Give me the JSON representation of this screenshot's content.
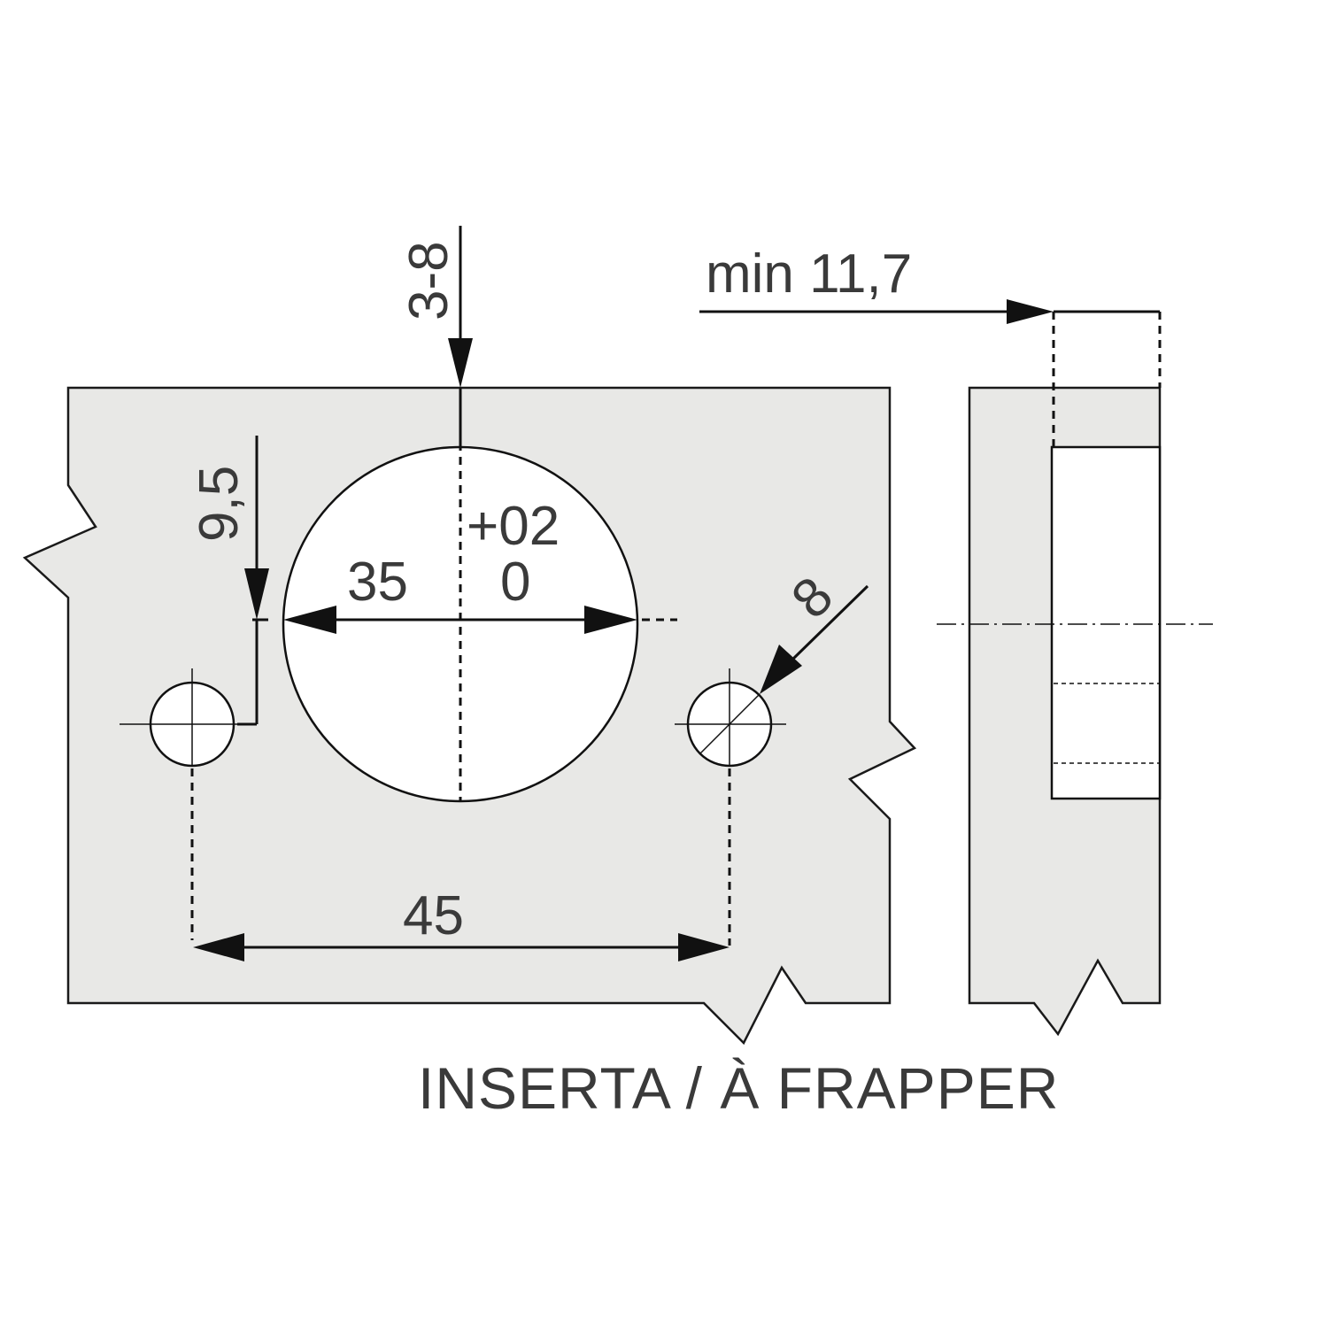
{
  "dimensions": {
    "depth": "3-8",
    "edge_distance": "9,5",
    "tolerance_upper": "+02",
    "tolerance_lower": "0",
    "cup_diameter": "35",
    "screw_hole": "8",
    "hole_spacing": "45",
    "min_thickness": "min 11,7"
  },
  "caption": "INSERTA / À FRAPPER",
  "colors": {
    "panel_fill": "#e8e8e6",
    "line": "#111111",
    "text": "#3a3a3a"
  }
}
